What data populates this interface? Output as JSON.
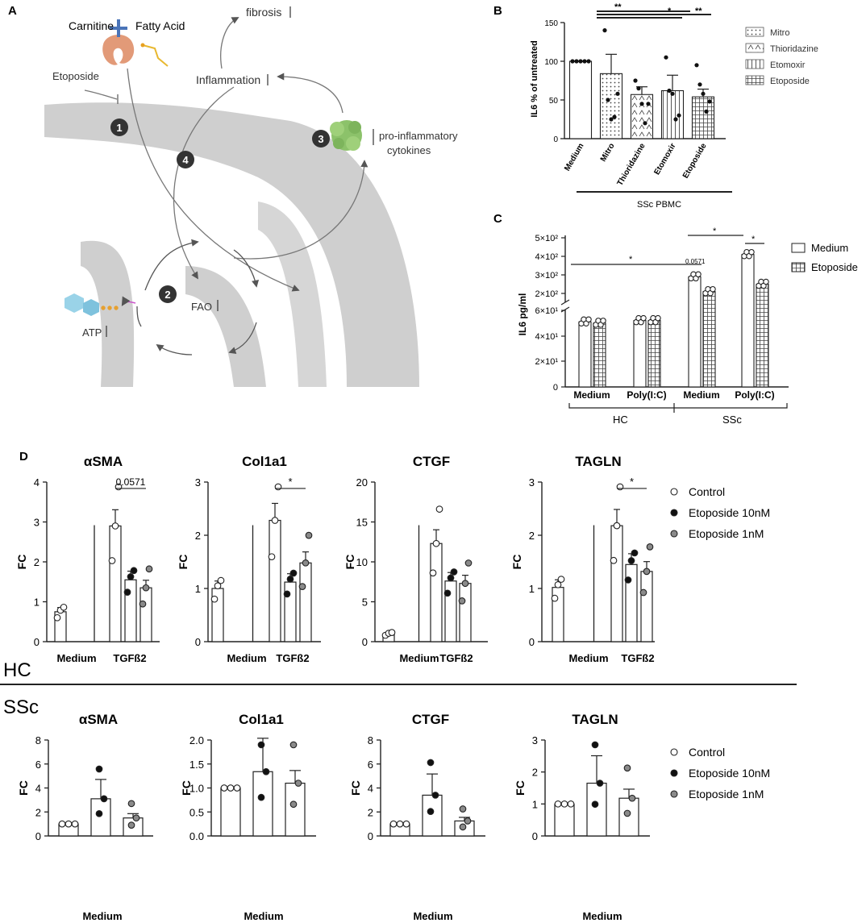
{
  "panels": {
    "a": "A",
    "b": "B",
    "c": "C",
    "d": "D"
  },
  "diagram": {
    "carnitine": "Carnitine",
    "fatty_acid": "Fatty Acid",
    "etoposide": "Etoposide",
    "fibrosis": "fibrosis",
    "inflammation": "Inflammation",
    "cytokines_line1": "pro-inflammatory",
    "cytokines_line2": "cytokines",
    "fao": "FAO",
    "atp": "ATP",
    "steps": [
      "1",
      "2",
      "3",
      "4"
    ]
  },
  "group_labels": {
    "hc": "HC",
    "ssc": "SSc",
    "ssc_pbmc": "SSc PBMC"
  },
  "legend_b": [
    "Mitro",
    "Thioridazine",
    "Etomoxir",
    "Etoposide"
  ],
  "legend_c": [
    "Medium",
    "Etoposide"
  ],
  "legend_d": [
    "Control",
    "Etoposide 10nM",
    "Etoposide 1nM"
  ],
  "colors": {
    "control": "#ffffff",
    "etoposide_10nm": "#111111",
    "etoposide_1nm": "#8a8a8a",
    "diagram_gray": "#cfcfcf",
    "fatty_pink": "#d9a07e",
    "cytokine_green": "#8cc26a"
  },
  "chart_data": [
    {
      "id": "B",
      "type": "bar",
      "ylabel": "IL6 % of untreated",
      "ylim": [
        0,
        150
      ],
      "yticks": [
        0,
        50,
        100,
        150
      ],
      "categories": [
        "Medium",
        "Mitro",
        "Thioridazine",
        "Etomoxir",
        "Etoposide"
      ],
      "values": [
        100,
        84,
        57,
        62,
        54
      ],
      "errors": [
        0,
        25,
        10,
        20,
        10
      ],
      "significance": [
        "**",
        "*",
        "**"
      ],
      "xgroup": "SSc PBMC"
    },
    {
      "id": "C",
      "type": "bar",
      "ylabel": "IL6 pg/ml",
      "yticks_low": [
        "0",
        "2×10¹",
        "4×10¹",
        "6×10¹"
      ],
      "yticks_high": [
        "2×10²",
        "3×10²",
        "4×10²",
        "5×10²"
      ],
      "categories": [
        "Medium",
        "Poly(I:C)",
        "Medium",
        "Poly(I:C)"
      ],
      "groups": [
        "HC",
        "HC",
        "SSc",
        "SSc"
      ],
      "series": [
        {
          "name": "Medium",
          "values": [
            51,
            52,
            290,
            410
          ]
        },
        {
          "name": "Etoposide",
          "values": [
            50,
            52,
            210,
            250
          ]
        }
      ],
      "annotations": [
        "*",
        "0.0571",
        "*",
        "*"
      ]
    },
    {
      "id": "D-HC-aSMA",
      "type": "bar",
      "title": "αSMA",
      "ylabel": "FC",
      "ylim": [
        0,
        4
      ],
      "yticks": [
        "0",
        "1",
        "2",
        "3",
        "4"
      ],
      "categories": [
        "Medium",
        "TGFß2"
      ],
      "series": [
        {
          "name": "Control",
          "values": [
            0.75,
            2.9
          ]
        },
        {
          "name": "Etoposide 10nM",
          "values": [
            null,
            1.55
          ]
        },
        {
          "name": "Etoposide 1nM",
          "values": [
            null,
            1.35
          ]
        }
      ],
      "annotation": "0.0571"
    },
    {
      "id": "D-HC-Col1a1",
      "type": "bar",
      "title": "Col1a1",
      "ylabel": "FC",
      "ylim": [
        0,
        3
      ],
      "yticks": [
        "0",
        "1",
        "2",
        "3"
      ],
      "categories": [
        "Medium",
        "TGFß2"
      ],
      "series": [
        {
          "name": "Control",
          "values": [
            1.0,
            2.28
          ]
        },
        {
          "name": "Etoposide 10nM",
          "values": [
            null,
            1.12
          ]
        },
        {
          "name": "Etoposide 1nM",
          "values": [
            null,
            1.48
          ]
        }
      ],
      "annotation": "*"
    },
    {
      "id": "D-HC-CTGF",
      "type": "bar",
      "title": "CTGF",
      "ylabel": "FC",
      "ylim": [
        0,
        20
      ],
      "yticks": [
        "0",
        "5",
        "10",
        "15",
        "20"
      ],
      "categories": [
        "Medium",
        "TGFß2"
      ],
      "series": [
        {
          "name": "Control",
          "values": [
            1.0,
            12.3
          ]
        },
        {
          "name": "Etoposide 10nM",
          "values": [
            null,
            7.6
          ]
        },
        {
          "name": "Etoposide 1nM",
          "values": [
            null,
            7.3
          ]
        }
      ]
    },
    {
      "id": "D-HC-TAGLN",
      "type": "bar",
      "title": "TAGLN",
      "ylabel": "FC",
      "ylim": [
        0,
        3
      ],
      "yticks": [
        "0",
        "1",
        "2",
        "3"
      ],
      "categories": [
        "Medium",
        "TGFß2"
      ],
      "series": [
        {
          "name": "Control",
          "values": [
            1.02,
            2.18
          ]
        },
        {
          "name": "Etoposide 10nM",
          "values": [
            null,
            1.45
          ]
        },
        {
          "name": "Etoposide 1nM",
          "values": [
            null,
            1.32
          ]
        }
      ],
      "annotation": "*"
    },
    {
      "id": "D-SSc-aSMA",
      "type": "bar",
      "title": "αSMA",
      "ylabel": "FC",
      "ylim": [
        0,
        8
      ],
      "yticks": [
        "0",
        "2",
        "4",
        "6",
        "8"
      ],
      "categories": [
        "Medium"
      ],
      "series": [
        {
          "name": "Control",
          "values": [
            1.0
          ]
        },
        {
          "name": "Etoposide 10nM",
          "values": [
            3.1
          ]
        },
        {
          "name": "Etoposide 1nM",
          "values": [
            1.5
          ]
        }
      ]
    },
    {
      "id": "D-SSc-Col1a1",
      "type": "bar",
      "title": "Col1a1",
      "ylabel": "FC",
      "ylim": [
        0,
        2
      ],
      "yticks": [
        "0.0",
        "0.5",
        "1.0",
        "1.5",
        "2.0"
      ],
      "categories": [
        "Medium"
      ],
      "series": [
        {
          "name": "Control",
          "values": [
            1.0
          ]
        },
        {
          "name": "Etoposide 10nM",
          "values": [
            1.34
          ]
        },
        {
          "name": "Etoposide 1nM",
          "values": [
            1.1
          ]
        }
      ]
    },
    {
      "id": "D-SSc-CTGF",
      "type": "bar",
      "title": "CTGF",
      "ylabel": "FC",
      "ylim": [
        0,
        8
      ],
      "yticks": [
        "0",
        "2",
        "4",
        "6",
        "8"
      ],
      "categories": [
        "Medium"
      ],
      "series": [
        {
          "name": "Control",
          "values": [
            1.0
          ]
        },
        {
          "name": "Etoposide 10nM",
          "values": [
            3.4
          ]
        },
        {
          "name": "Etoposide 1nM",
          "values": [
            1.25
          ]
        }
      ]
    },
    {
      "id": "D-SSc-TAGLN",
      "type": "bar",
      "title": "TAGLN",
      "ylabel": "FC",
      "ylim": [
        0,
        3
      ],
      "yticks": [
        "0",
        "1",
        "2",
        "3"
      ],
      "categories": [
        "Medium"
      ],
      "series": [
        {
          "name": "Control",
          "values": [
            1.0
          ]
        },
        {
          "name": "Etoposide 10nM",
          "values": [
            1.65
          ]
        },
        {
          "name": "Etoposide 1nM",
          "values": [
            1.18
          ]
        }
      ]
    }
  ]
}
